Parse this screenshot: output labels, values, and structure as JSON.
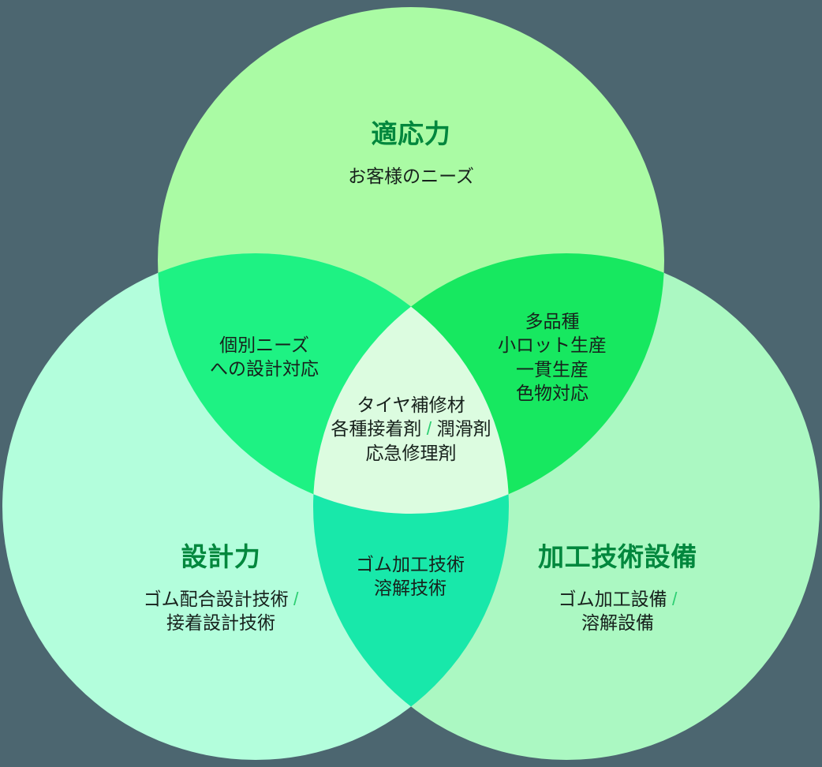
{
  "diagram": {
    "type": "venn-3-circle",
    "background_color": "#4C6670",
    "heading_color": "#00873D",
    "body_text_color": "#17211C",
    "separator_color": "#2ECF73",
    "circles": [
      {
        "id": "top",
        "name": "適応力",
        "heading": "適応力",
        "body": "お客様のニーズ",
        "fill": "#AAFBA4"
      },
      {
        "id": "left",
        "name": "設計力",
        "heading": "設計力",
        "body_line_1": "ゴム配合設計技術",
        "separator": "/",
        "body_line_2": "接着設計技術",
        "fill": "#B3FEDC"
      },
      {
        "id": "right",
        "name": "加工技術設備",
        "heading": "加工技術設備",
        "body_line_1": "ゴム加工設備",
        "separator": "/",
        "body_line_2": "溶解設備",
        "fill": "#ABF8C2"
      }
    ],
    "overlaps": [
      {
        "id": "top-left",
        "fill": "#1EF283",
        "lines": [
          "個別ニーズ",
          "への設計対応"
        ]
      },
      {
        "id": "top-right",
        "fill": "#17E860",
        "lines": [
          "多品種",
          "小ロット生産",
          "一貫生産",
          "色物対応"
        ]
      },
      {
        "id": "left-right",
        "fill": "#18E8AA",
        "lines": [
          "ゴム加工技術",
          "溶解技術"
        ]
      }
    ],
    "center": {
      "id": "all-three",
      "fill": "#DCFCE0",
      "line_1": "タイヤ補修材",
      "line_2a": "各種接着剤",
      "separator": "/",
      "line_2b": "潤滑剤",
      "line_3": "応急修理剤"
    }
  }
}
